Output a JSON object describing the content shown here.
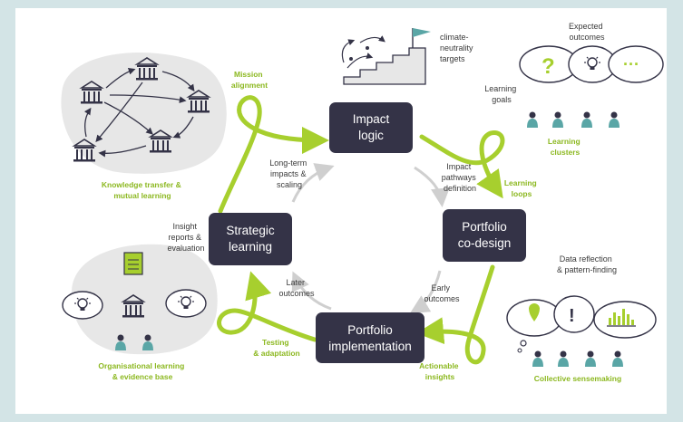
{
  "colors": {
    "box": "#343347",
    "green": "#a7cf2e",
    "green_text": "#8cb820",
    "gray_arrow": "#cfcfcf",
    "blob": "#e7e7e7",
    "frame": "#d3e4e6"
  },
  "boxes": {
    "impact_logic": [
      "Impact",
      "logic"
    ],
    "portfolio_codesign": [
      "Portfolio",
      "co-design"
    ],
    "portfolio_implementation": [
      "Portfolio",
      "implementation"
    ],
    "strategic_learning": [
      "Strategic",
      "learning"
    ]
  },
  "labels": {
    "climate_targets": [
      "climate-",
      "neutrality",
      "targets"
    ],
    "mission_alignment": [
      "Mission",
      "alignment"
    ],
    "long_term": [
      "Long-term",
      "impacts &",
      "scaling"
    ],
    "impact_pathways": [
      "Impact",
      "pathways",
      "definition"
    ],
    "expected_outcomes": [
      "Expected",
      "outcomes"
    ],
    "learning_goals": [
      "Learning",
      "goals"
    ],
    "learning_clusters": [
      "Learning",
      "clusters"
    ],
    "learning_loops": [
      "Learning",
      "loops"
    ],
    "knowledge_transfer": [
      "Knowledge transfer &",
      "mutual learning"
    ],
    "insight_reports": [
      "Insight",
      "reports &",
      "evaluation"
    ],
    "later_outcomes": [
      "Later",
      "outcomes"
    ],
    "early_outcomes": [
      "Early",
      "outcomes"
    ],
    "data_reflection": [
      "Data reflection",
      "& pattern-finding"
    ],
    "testing_adaptation": [
      "Testing",
      "& adaptation"
    ],
    "actionable_insights": [
      "Actionable",
      "insights"
    ],
    "organisational_learning": [
      "Organisational learning",
      "& evidence base"
    ],
    "collective_sensemaking": [
      "Collective sensemaking"
    ]
  },
  "icons": [
    "institution-icon",
    "question-icon",
    "lightbulb-icon",
    "ellipsis-icon",
    "person-icon",
    "document-icon",
    "exclamation-icon",
    "location-pin-icon",
    "bar-chart-icon",
    "flag-icon",
    "staircase-icon"
  ]
}
